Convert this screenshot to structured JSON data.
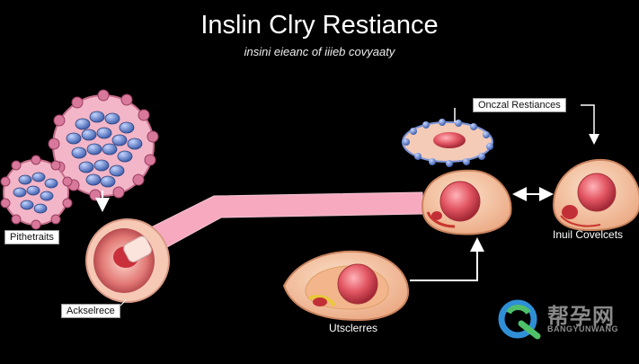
{
  "diagram": {
    "title": "Inslin Clry Restiance",
    "subtitle": "insini eieanc of iiieb covyaaty"
  },
  "labels": {
    "left_cell_label": "Pithetraits",
    "bottom_left_label": "Ackselrece",
    "top_right_label": "Onczal Restiances",
    "right_cell_label": "Inuil Covelcets",
    "bottom_center_label": "Utsclerres"
  },
  "watermark": {
    "chinese_text": "帮孕网",
    "english_text": "BANGYUNWANG"
  },
  "colors": {
    "background": "#000000",
    "connector_pink": "#f7a9c0",
    "cell_peach": "#f6c6a4",
    "nucleus_red": "#d94250",
    "cluster_blue": "#6d8fd8"
  }
}
